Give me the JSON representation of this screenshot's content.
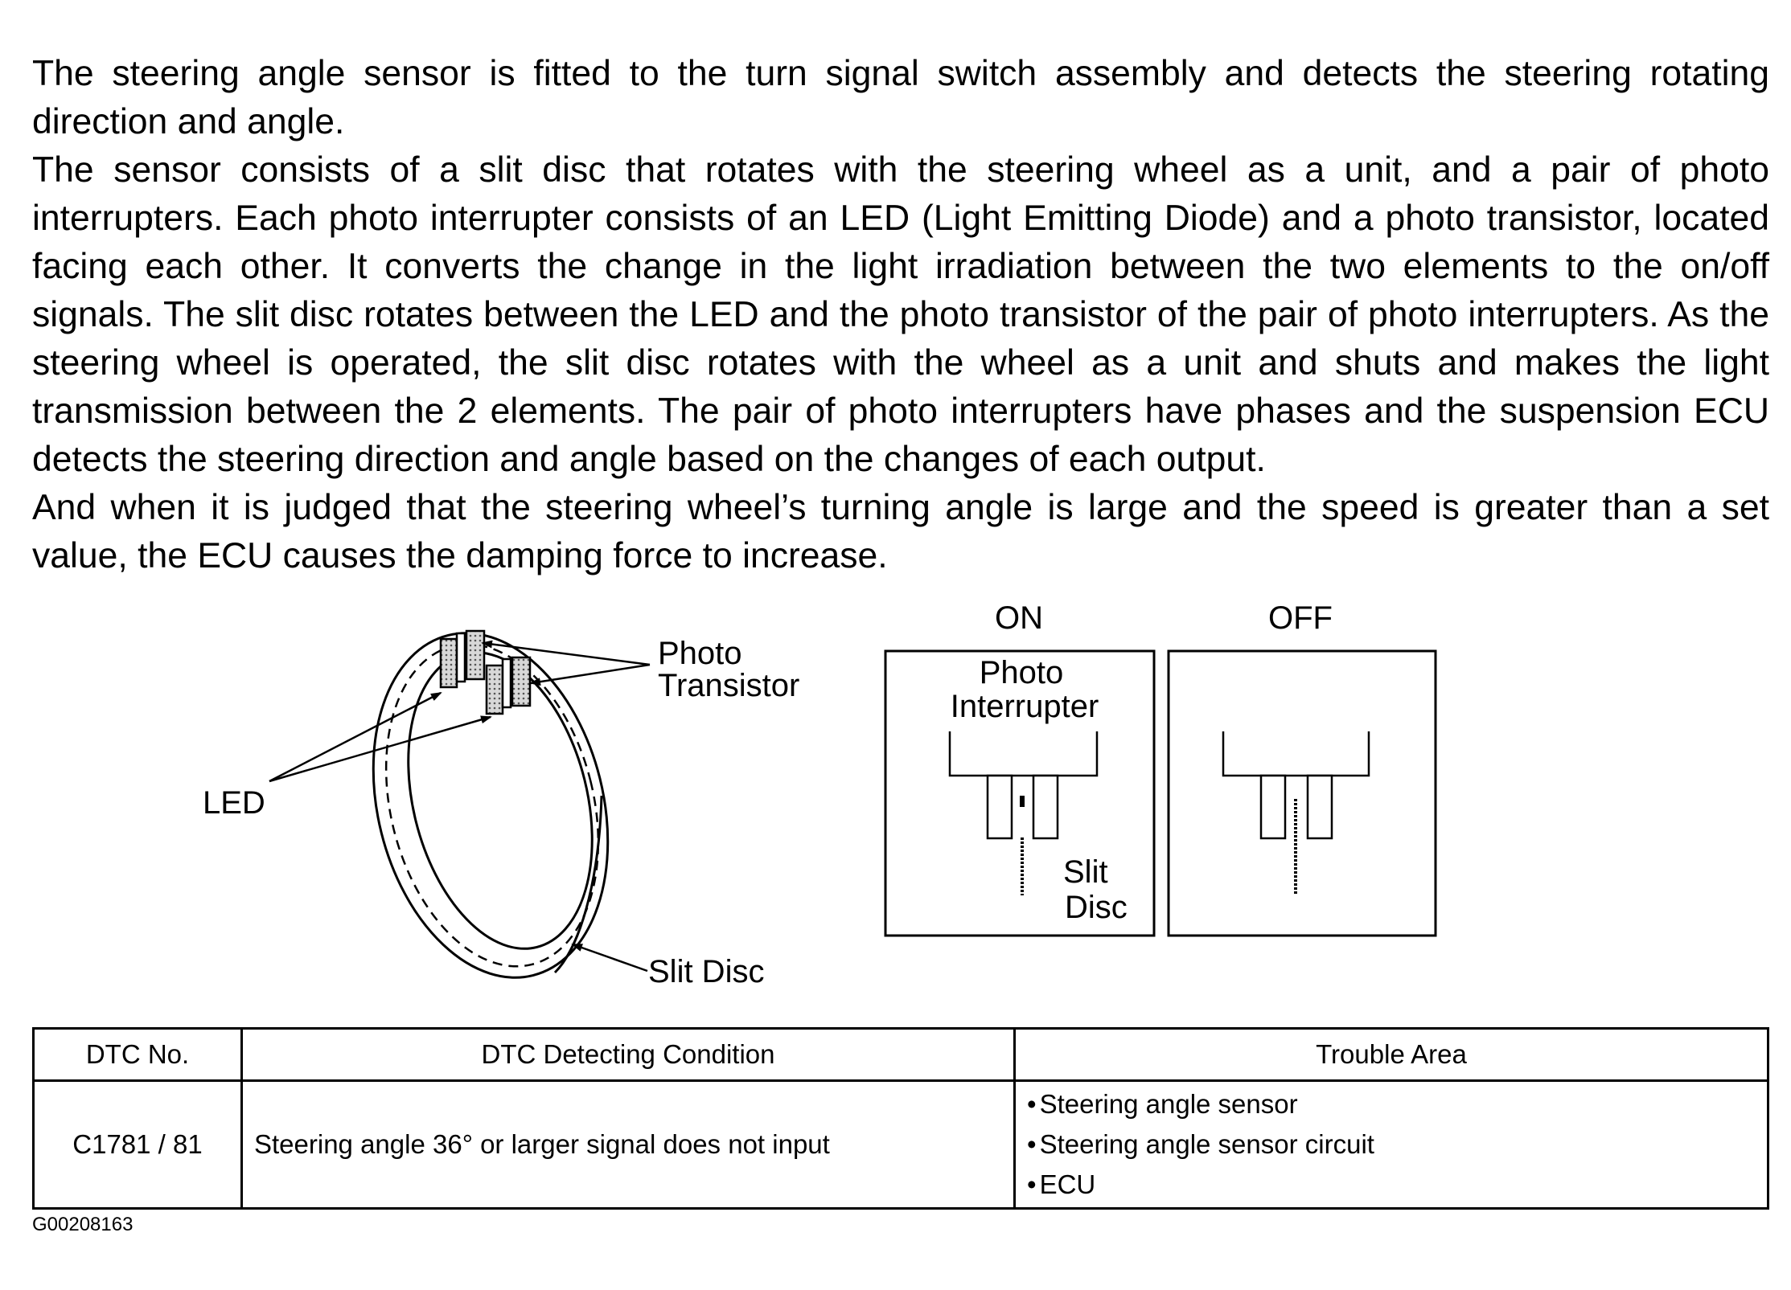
{
  "text": {
    "paragraphs": [
      "The steering angle sensor is fitted to the turn signal switch assembly and detects the steering rotating direction and angle.",
      "The sensor consists of a slit disc that rotates with the steering wheel as a unit, and a pair of photo interrupters. Each photo interrupter consists of an LED (Light Emitting Diode) and a photo transistor, located facing each other. It converts the change in the light irradiation between the two elements to the on/off signals. The slit disc rotates between the LED and the photo transistor of the pair of photo interrupters. As the steering wheel is operated, the slit disc rotates with the wheel as a unit and shuts and makes the light transmission between the 2 elements. The pair of photo interrupters have phases and the suspension ECU detects the steering direction and angle based on the changes of each output.",
      "And when it is judged that the steering wheel’s turning angle is large and the speed is greater than a set value, the ECU causes the damping force to increase."
    ]
  },
  "diagram": {
    "labels": {
      "photo": "Photo",
      "transistor": "Transistor",
      "led": "LED",
      "slit_disc": "Slit Disc",
      "on": "ON",
      "off": "OFF",
      "photo_interrupter_1": "Photo",
      "photo_interrupter_2": "Interrupter",
      "slit": "Slit",
      "disc": "Disc"
    }
  },
  "table": {
    "headers": [
      "DTC No.",
      "DTC Detecting Condition",
      "Trouble Area"
    ],
    "row": {
      "dtc_no": "C1781 / 81",
      "condition": "Steering angle 36° or larger signal does not input",
      "trouble_areas": [
        "Steering angle sensor",
        "Steering angle sensor circuit",
        "ECU"
      ]
    }
  },
  "figure_code": "G00208163"
}
